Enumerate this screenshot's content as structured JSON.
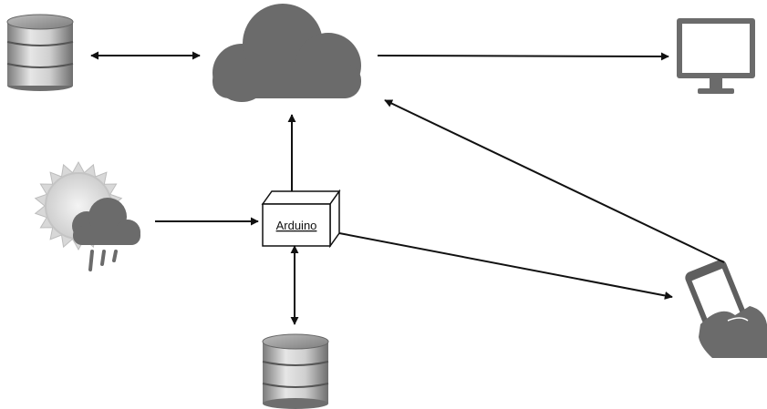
{
  "diagram": {
    "nodes": {
      "arduino": {
        "label": "Arduino",
        "icon": "box-icon"
      },
      "cloud": {
        "icon": "cloud-icon"
      },
      "database_top": {
        "icon": "database-icon"
      },
      "database_bottom": {
        "icon": "database-icon"
      },
      "weather": {
        "icon": "weather-sun-rain-cloud-icon"
      },
      "monitor": {
        "icon": "monitor-icon"
      },
      "phone": {
        "icon": "smartphone-in-hand-icon"
      }
    },
    "edges": [
      {
        "from": "database_top",
        "to": "cloud",
        "direction": "bidirectional"
      },
      {
        "from": "cloud",
        "to": "monitor",
        "direction": "forward"
      },
      {
        "from": "arduino",
        "to": "cloud",
        "direction": "forward"
      },
      {
        "from": "weather",
        "to": "arduino",
        "direction": "forward"
      },
      {
        "from": "arduino",
        "to": "database_bottom",
        "direction": "bidirectional"
      },
      {
        "from": "arduino",
        "to": "phone",
        "direction": "forward"
      },
      {
        "from": "phone",
        "to": "cloud",
        "direction": "forward"
      }
    ],
    "colors": {
      "icon_gray": "#6b6b6b",
      "line": "#111111"
    }
  }
}
